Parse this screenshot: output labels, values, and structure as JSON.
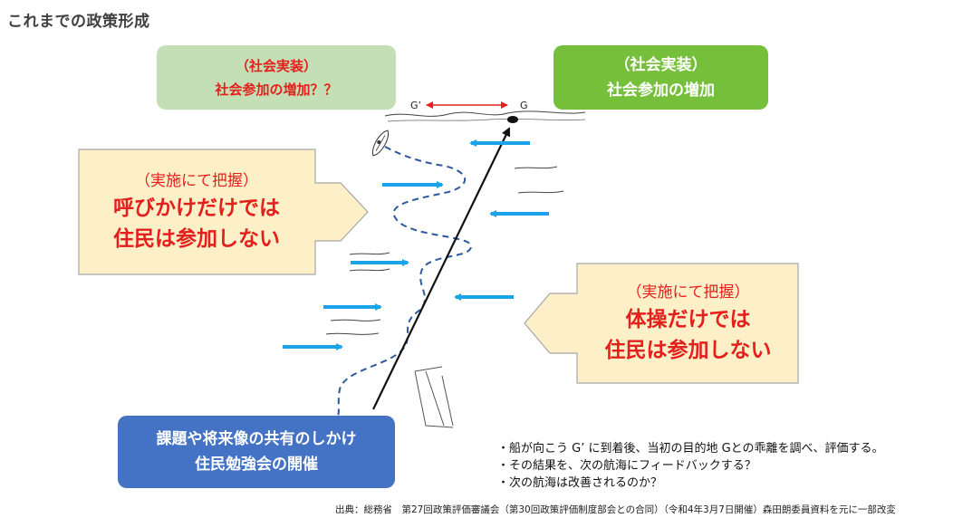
{
  "page_title": "これまでの政策形成",
  "box_left_top": {
    "line1": "（社会実装）",
    "line2": "社会参加の増加？？",
    "color": "#c4dfb6"
  },
  "box_right_top": {
    "line1": "（社会実装）",
    "line2": "社会参加の増加",
    "color": "#76bf3b"
  },
  "box_bottom": {
    "line1": "課題や将来像の共有のしかけ",
    "line2": "住民勉強会の開催",
    "color": "#4472c4"
  },
  "callout_left": {
    "line1": "（実施にて把握）",
    "line2": "呼びかけだけでは",
    "line3": "住民は参加しない"
  },
  "callout_right": {
    "line1": "（実施にて把握）",
    "line2": "体操だけでは",
    "line3": "住民は参加しない"
  },
  "diagram": {
    "label_g_prime": "G’",
    "label_g": "G",
    "arrow_color": "#1aa3e8",
    "red_color": "#e3201b"
  },
  "bullets": [
    "・船が向こう G’ に到着後、当初の目的地 Gとの乖離を調べ、評価する。",
    "・その結果を、次の航海にフィードバックする？",
    "・次の航海は改善されるのか？"
  ],
  "source": "出典：総務省　第27回政策評価審議会（第30回政策評価制度部会との合同）（令和4年3月7日開催）森田朗委員資料を元に一部改変"
}
